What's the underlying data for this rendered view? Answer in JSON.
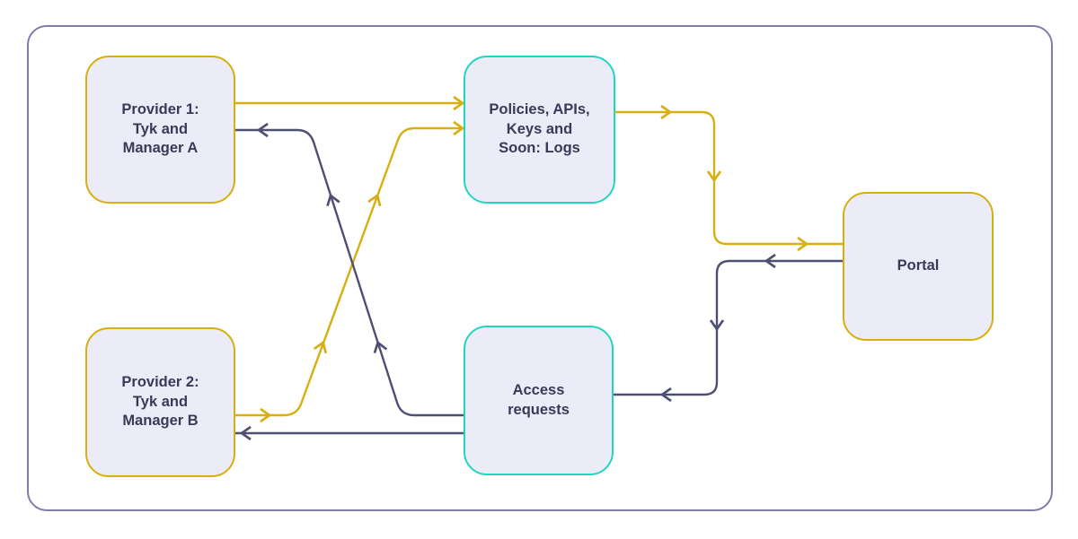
{
  "diagram": {
    "nodes": [
      {
        "id": "provider1",
        "label": "Provider 1:\nTyk and\nManager A",
        "border": "yellow"
      },
      {
        "id": "policies",
        "label": "Policies, APIs,\nKeys and\nSoon: Logs",
        "border": "teal"
      },
      {
        "id": "provider2",
        "label": "Provider 2:\nTyk and\nManager B",
        "border": "yellow"
      },
      {
        "id": "access",
        "label": "Access\nrequests",
        "border": "teal"
      },
      {
        "id": "portal",
        "label": "Portal",
        "border": "yellow"
      }
    ],
    "edges": [
      {
        "from": "Provider 1: Tyk and Manager A",
        "to": "Policies, APIs, Keys and Soon: Logs",
        "color": "yellow"
      },
      {
        "from": "Provider 2: Tyk and Manager B",
        "to": "Policies, APIs, Keys and Soon: Logs",
        "color": "yellow"
      },
      {
        "from": "Policies, APIs, Keys and Soon: Logs",
        "to": "Portal",
        "color": "yellow"
      },
      {
        "from": "Portal",
        "to": "Access requests",
        "color": "slate"
      },
      {
        "from": "Access requests",
        "to": "Provider 1: Tyk and Manager A",
        "color": "slate"
      },
      {
        "from": "Access requests",
        "to": "Provider 2: Tyk and Manager B",
        "color": "slate"
      }
    ]
  },
  "colors": {
    "yellow": "#D8AE10",
    "teal": "#21D6BE",
    "slate": "#4F4F72",
    "node-fill": "#ECECF8",
    "text": "#3A3A58",
    "frame-border": "#7D7DA8",
    "background": "#FFFFFF"
  }
}
